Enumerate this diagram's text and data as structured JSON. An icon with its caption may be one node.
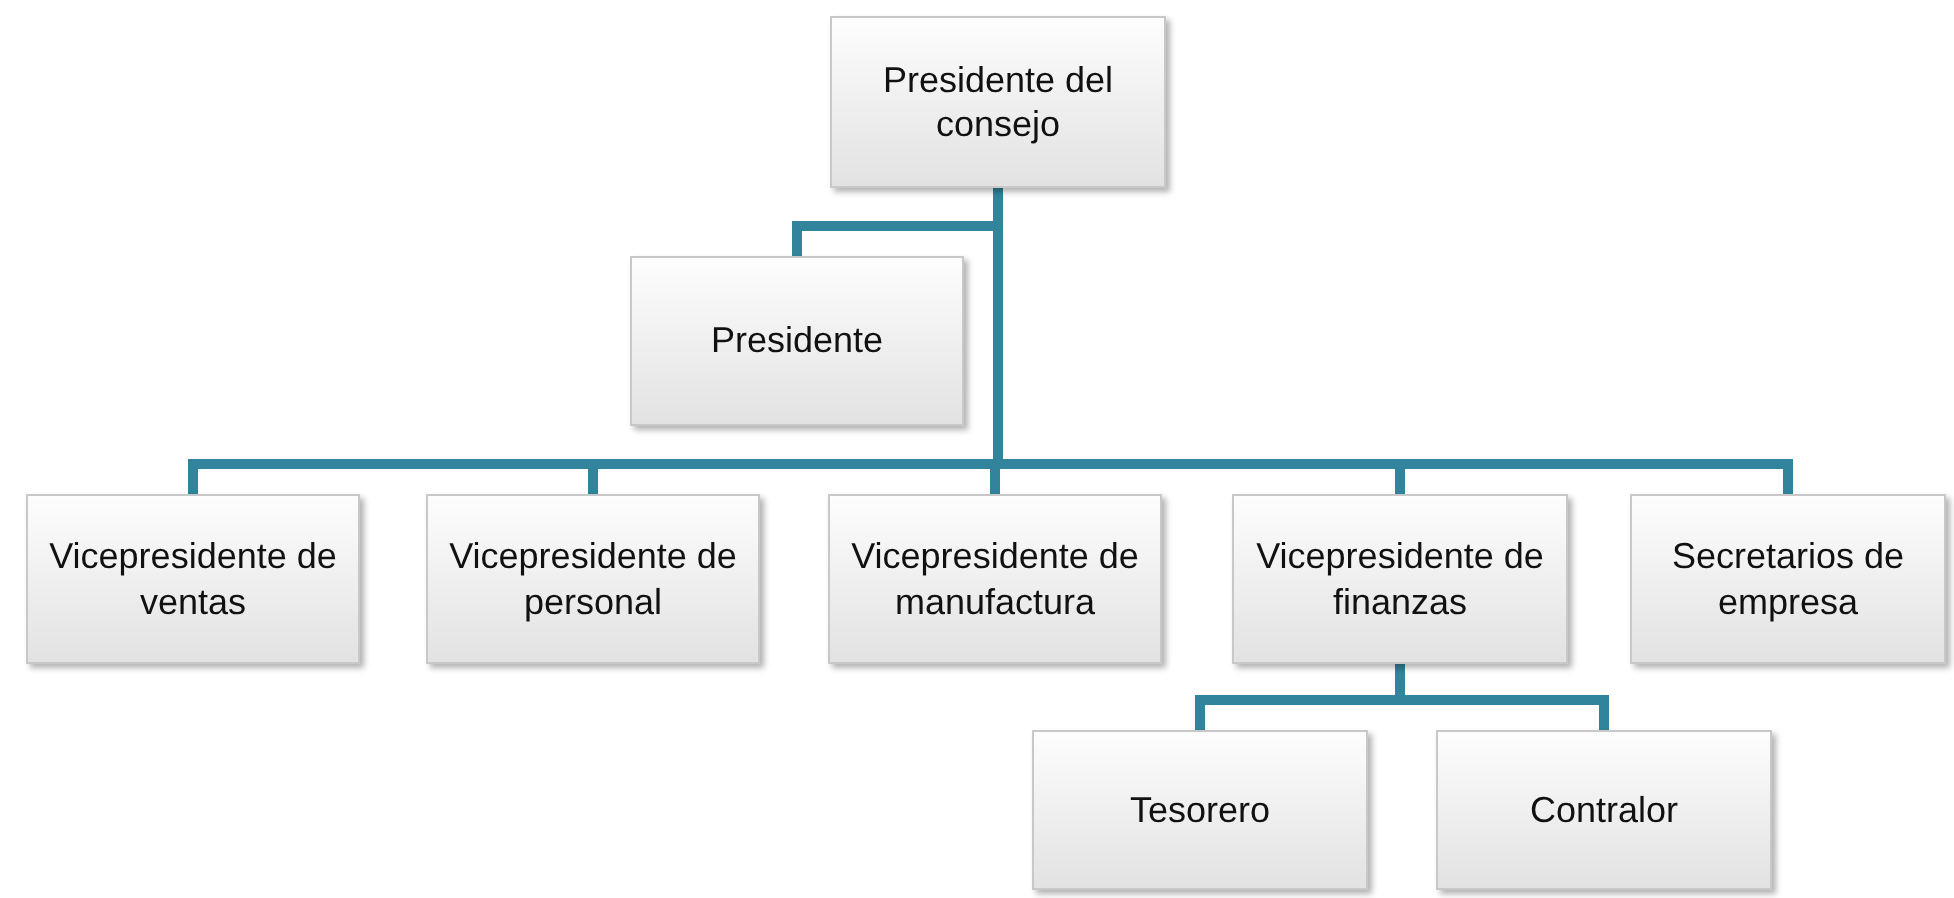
{
  "diagram": {
    "nodes": [
      {
        "text": [
          "Presidente del consejo"
        ]
      },
      {
        "text": [
          "Presidente"
        ]
      },
      {
        "text": [
          "Vicepresidente de ventas"
        ]
      },
      {
        "text": [
          "Vicepresidente de personal"
        ]
      },
      {
        "text": [
          "Vicepresidente de manufactura"
        ]
      },
      {
        "text": [
          "Vicepresidente de finanzas"
        ]
      },
      {
        "text": [
          "Secretarios de empresa"
        ]
      },
      {
        "text": [
          "Tesorero"
        ]
      },
      {
        "text": [
          "Contralor"
        ]
      }
    ],
    "edges": [
      {
        "from": 0,
        "to": 1,
        "arrow": "none"
      },
      {
        "from": 0,
        "to": 2,
        "arrow": "none"
      },
      {
        "from": 0,
        "to": 3,
        "arrow": "none"
      },
      {
        "from": 0,
        "to": 4,
        "arrow": "none"
      },
      {
        "from": 0,
        "to": 5,
        "arrow": "none"
      },
      {
        "from": 0,
        "to": 6,
        "arrow": "none"
      },
      {
        "from": 5,
        "to": 7,
        "arrow": "none"
      },
      {
        "from": 5,
        "to": 8,
        "arrow": "none"
      }
    ]
  }
}
